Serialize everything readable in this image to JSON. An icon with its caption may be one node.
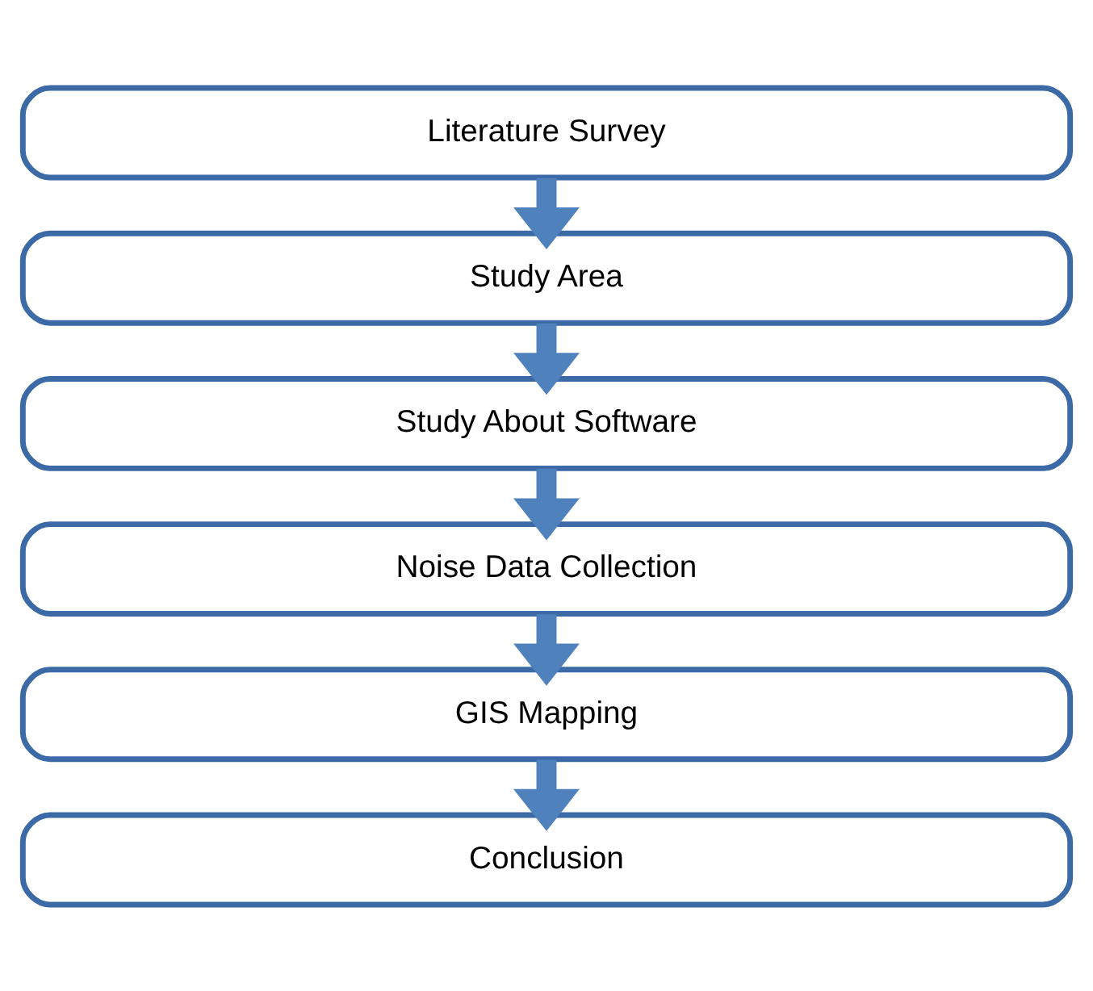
{
  "diagram": {
    "nodes": [
      {
        "text": [
          "Literature Survey"
        ]
      },
      {
        "text": [
          "Study Area"
        ]
      },
      {
        "text": [
          "Study About Software"
        ]
      },
      {
        "text": [
          "Noise Data Collection"
        ]
      },
      {
        "text": [
          "GIS Mapping"
        ]
      },
      {
        "text": [
          "Conclusion"
        ]
      }
    ],
    "edges": [
      {
        "from": 0,
        "to": 1,
        "arrow": "to"
      },
      {
        "from": 1,
        "to": 2,
        "arrow": "to"
      },
      {
        "from": 2,
        "to": 3,
        "arrow": "to"
      },
      {
        "from": 3,
        "to": 4,
        "arrow": "to"
      },
      {
        "from": 4,
        "to": 5,
        "arrow": "to"
      }
    ]
  }
}
